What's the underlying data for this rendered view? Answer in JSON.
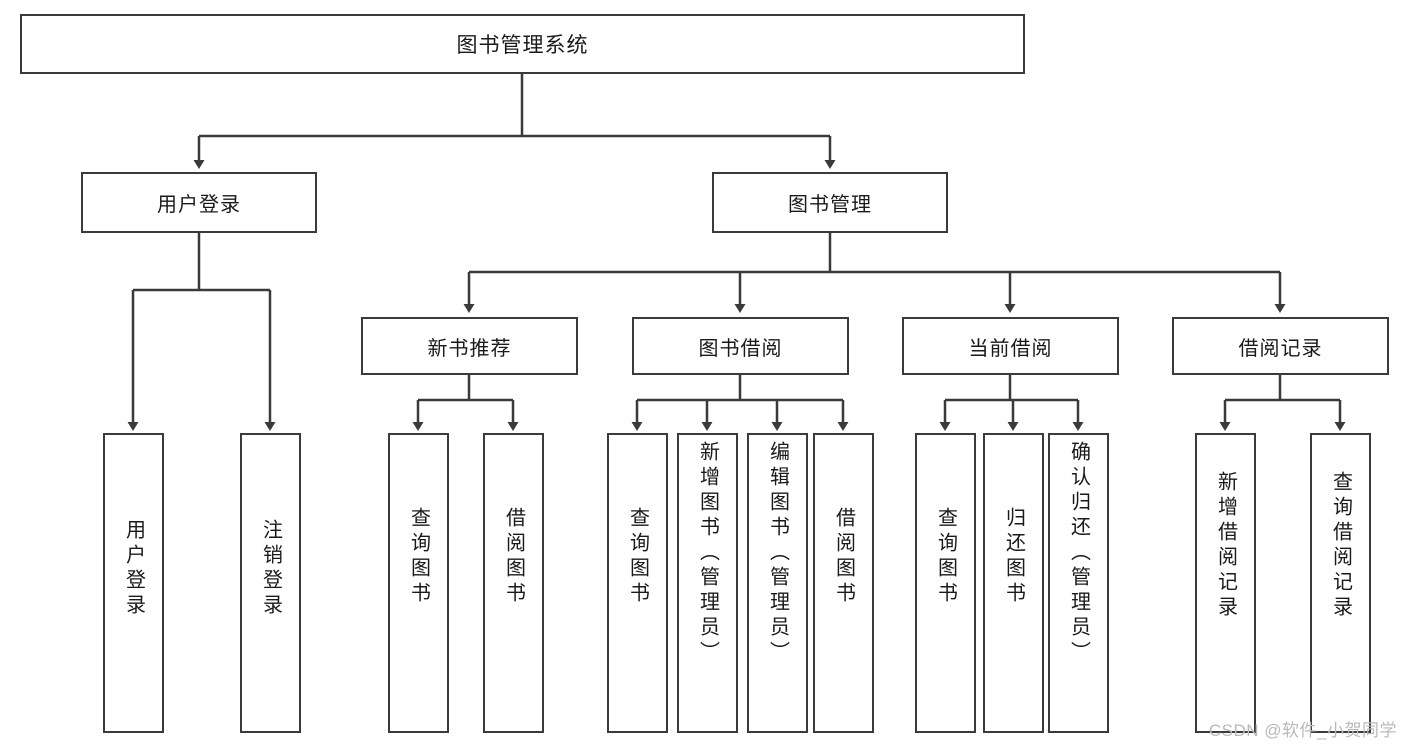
{
  "diagram": {
    "title": "图书管理系统",
    "type": "tree-hierarchy",
    "root": {
      "id": "root",
      "label": "图书管理系统"
    },
    "level2": [
      {
        "id": "user-login",
        "label": "用户登录"
      },
      {
        "id": "book-manage",
        "label": "图书管理"
      }
    ],
    "level3": [
      {
        "id": "new-book-rec",
        "label": "新书推荐",
        "parent": "book-manage"
      },
      {
        "id": "book-borrow",
        "label": "图书借阅",
        "parent": "book-manage"
      },
      {
        "id": "current-borrow",
        "label": "当前借阅",
        "parent": "book-manage"
      },
      {
        "id": "borrow-record",
        "label": "借阅记录",
        "parent": "book-manage"
      }
    ],
    "leaves": [
      {
        "id": "leaf-user-login",
        "label": "用户登录",
        "parent": "user-login"
      },
      {
        "id": "leaf-logout",
        "label": "注销登录",
        "parent": "user-login"
      },
      {
        "id": "leaf-query-book-1",
        "label": "查询图书",
        "parent": "new-book-rec"
      },
      {
        "id": "leaf-borrow-book-1",
        "label": "借阅图书",
        "parent": "new-book-rec"
      },
      {
        "id": "leaf-query-book-2",
        "label": "查询图书",
        "parent": "book-borrow"
      },
      {
        "id": "leaf-add-book",
        "label": "新增图书（管理员）",
        "parent": "book-borrow"
      },
      {
        "id": "leaf-edit-book",
        "label": "编辑图书（管理员）",
        "parent": "book-borrow"
      },
      {
        "id": "leaf-borrow-book-2",
        "label": "借阅图书",
        "parent": "book-borrow"
      },
      {
        "id": "leaf-query-book-3",
        "label": "查询图书",
        "parent": "current-borrow"
      },
      {
        "id": "leaf-return-book",
        "label": "归还图书",
        "parent": "current-borrow"
      },
      {
        "id": "leaf-confirm-return",
        "label": "确认归还（管理员）",
        "parent": "current-borrow"
      },
      {
        "id": "leaf-add-record",
        "label": "新增借阅记录",
        "parent": "borrow-record"
      },
      {
        "id": "leaf-query-record",
        "label": "查询借阅记录",
        "parent": "borrow-record"
      }
    ]
  },
  "watermark": {
    "text": "CSDN @软件_小贺同学"
  },
  "colors": {
    "stroke": "#3a3a3a",
    "background": "#ffffff",
    "text": "#1a1a1a",
    "watermark": "#b9b9b9"
  }
}
